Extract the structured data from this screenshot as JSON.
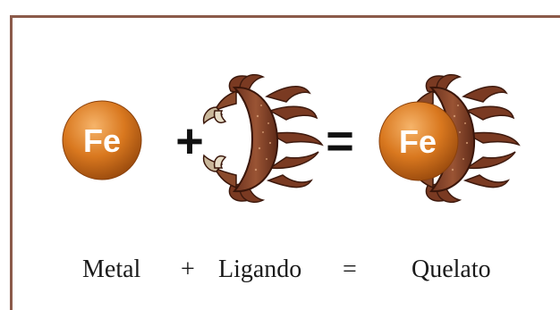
{
  "diagram": {
    "metal_symbol": "Fe",
    "plus_sign": "+",
    "equals_sign": "=",
    "colors": {
      "border": "#8b5a4a",
      "sphere_light": "#f0a253",
      "sphere_dark": "#b05a12",
      "crab_shell": "#8a4a2c",
      "crab_dark": "#4a1f12"
    }
  },
  "caption": {
    "metal": "Metal",
    "plus": "+",
    "ligand": "Ligando",
    "equals": "=",
    "chelate": "Quelato"
  }
}
